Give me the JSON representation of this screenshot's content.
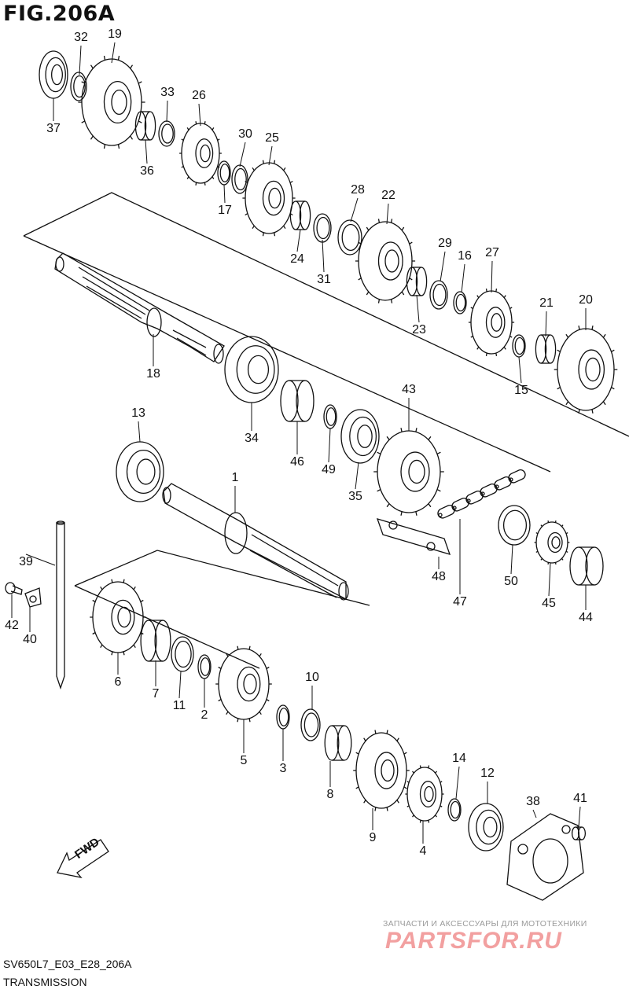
{
  "figure": {
    "title": "FIG.206A",
    "code": "SV650L7_E03_E28_206A",
    "subtitle": "TRANSMISSION",
    "fwd_label": "FWD"
  },
  "watermark": {
    "line1": "ЗАПЧАСТИ И АКСЕССУАРЫ ДЛЯ МОТОТЕХНИКИ",
    "line2": "PARTSFOR.RU"
  },
  "colors": {
    "ink": "#111111",
    "watermark": "#f2a0a0"
  },
  "part_numbers": [
    "1",
    "2",
    "3",
    "4",
    "5",
    "6",
    "7",
    "8",
    "9",
    "10",
    "11",
    "12",
    "13",
    "14",
    "15",
    "16",
    "17",
    "18",
    "19",
    "20",
    "21",
    "22",
    "23",
    "24",
    "25",
    "26",
    "27",
    "28",
    "29",
    "30",
    "31",
    "32",
    "33",
    "34",
    "35",
    "36",
    "37",
    "38",
    "39",
    "40",
    "41",
    "42",
    "43",
    "44",
    "45",
    "46",
    "47",
    "48",
    "49",
    "50"
  ]
}
